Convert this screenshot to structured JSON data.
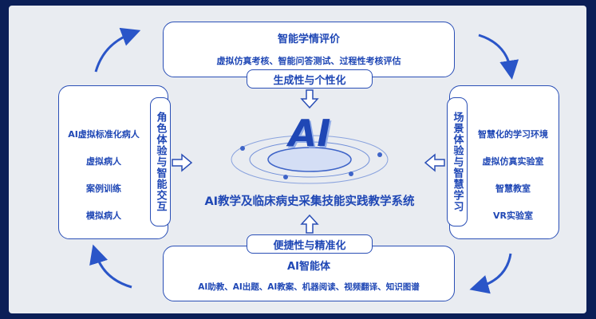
{
  "top": {
    "title": "智能学情评价",
    "items": "虚拟仿真考核、智能问答测试、过程性考核评估",
    "band": "生成性与个性化"
  },
  "bottom": {
    "title": "AI智能体",
    "items": "AI助教、AI出题、AI教案、机器阅读、视频翻译、知识图谱",
    "band": "便捷性与精准化"
  },
  "left": {
    "band": "角色体验与智能交互",
    "items": [
      "AI虚拟标准化病人",
      "虚拟病人",
      "案例训练",
      "模拟病人"
    ]
  },
  "right": {
    "band": "场景体验与智慧学习",
    "items": [
      "智慧化的学习环境",
      "虚拟仿真实验室",
      "智慧教室",
      "VR实验室"
    ]
  },
  "center": {
    "logo": "AI",
    "system_title": "AI教学及临床病史采集技能实践教学系统"
  },
  "colors": {
    "primary": "#1f47b5",
    "border": "#2a4fb6",
    "background": "#e9ecf1",
    "outer": "#0b1f57"
  }
}
